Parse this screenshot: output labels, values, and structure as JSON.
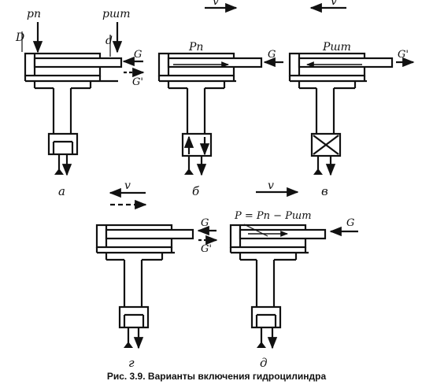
{
  "labels": {
    "p_piston": "pп",
    "p_rod": "pшт",
    "D": "D",
    "d": "d",
    "G": "G",
    "G_prime": "G'",
    "v": "v",
    "P_piston": "Pп",
    "P_rod": "Pшт",
    "diff_formula": "P = Pп − Pшт"
  },
  "variants": {
    "a": "а",
    "b": "б",
    "v": "в",
    "g": "г",
    "d": "д"
  },
  "caption": {
    "number": "Рис. 3.9.",
    "text": "Варианты включения гидроцилиндра"
  },
  "colors": {
    "ink": "#111111",
    "paper": "#ffffff"
  }
}
